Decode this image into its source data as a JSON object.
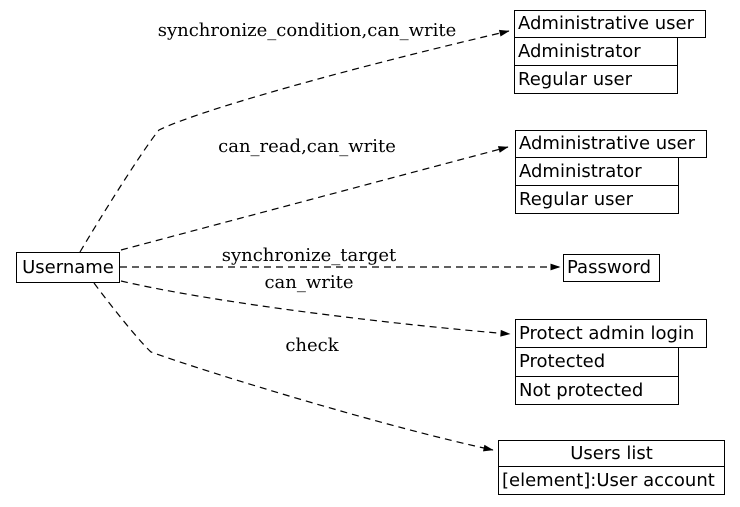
{
  "diagram": {
    "colors": {
      "background": "#ffffff",
      "line": "#000000",
      "text": "#000000"
    },
    "source": {
      "label": "Username"
    },
    "edges": [
      {
        "name": "synchronize_condition",
        "label": "synchronize_condition,can_write"
      },
      {
        "name": "can_read",
        "label": "can_read,can_write"
      },
      {
        "name": "synchronize_target",
        "label": "synchronize_target",
        "sublabel": "can_write"
      },
      {
        "name": "check",
        "label": "check"
      },
      {
        "name": "element",
        "label": ""
      }
    ],
    "nodes": [
      {
        "title": "Administrative user",
        "rows": [
          "Administrator",
          "Regular user"
        ]
      },
      {
        "title": "Administrative user",
        "rows": [
          "Administrator",
          "Regular user"
        ]
      },
      {
        "title": "Password",
        "rows": []
      },
      {
        "title": "Protect admin login",
        "rows": [
          "Protected",
          "Not protected"
        ]
      },
      {
        "title": "Users list",
        "rows": [
          "[element]:User account"
        ]
      }
    ]
  }
}
